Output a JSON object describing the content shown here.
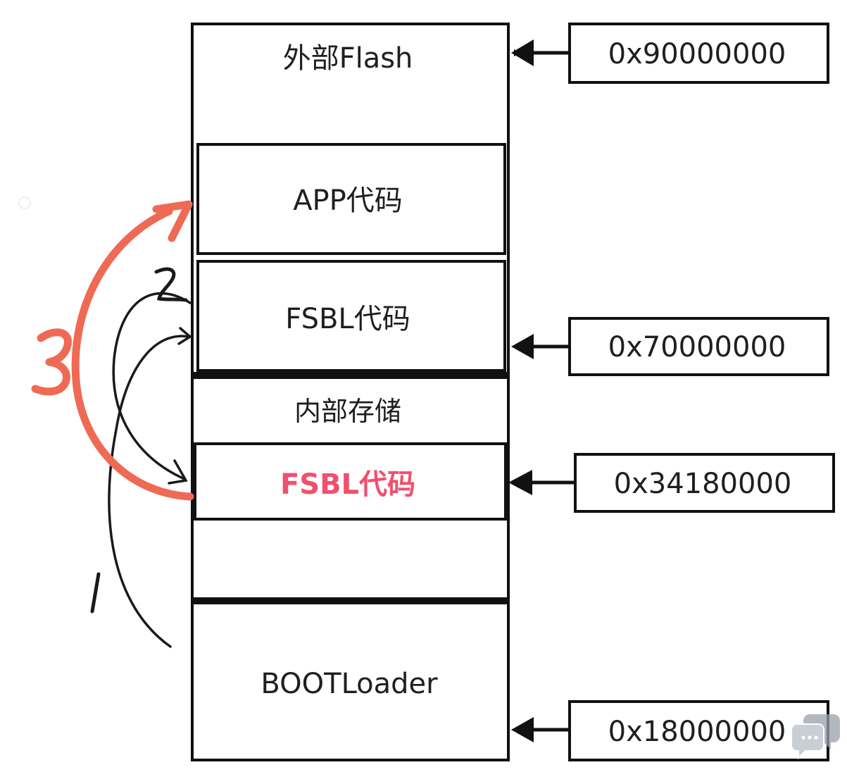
{
  "memory_map": {
    "external_flash": "外部Flash",
    "app_code": "APP代码",
    "fsbl_code_external": "FSBL代码",
    "internal_storage": "内部存储",
    "fsbl_code_internal": "FSBL代码",
    "bootloader": "BOOTLoader"
  },
  "addresses": {
    "flash_base": "0x90000000",
    "fsbl_external": "0x70000000",
    "fsbl_internal": "0x34180000",
    "bootloader_base": "0x18000000"
  },
  "annotations": {
    "step_1": "1",
    "step_2": "2",
    "step_3": "3"
  },
  "colors": {
    "highlight_text": "#f0506e",
    "step3_arrow": "#ef6a55",
    "ink": "#1a1a1a"
  },
  "watermark": {
    "icon": "chat-bubble-icon"
  }
}
